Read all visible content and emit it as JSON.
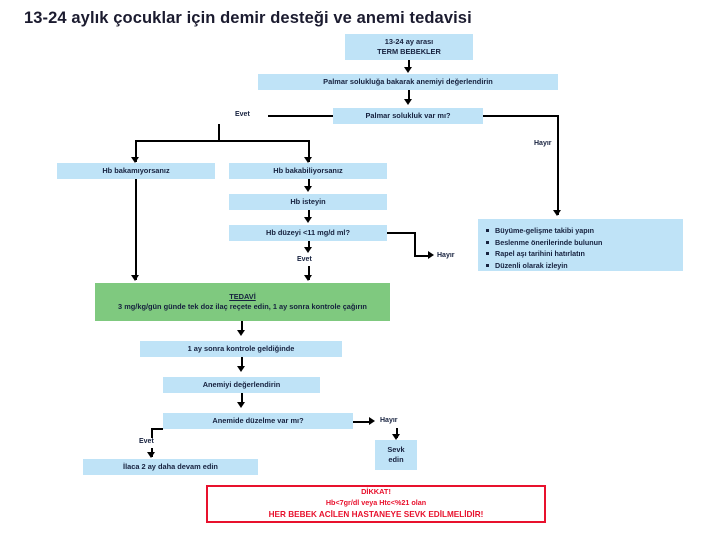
{
  "document": {
    "title": "13-24 aylık çocuklar için demir desteği ve anemi tedavisi",
    "language": "tr"
  },
  "colors": {
    "node_blue": "#bfe3f7",
    "node_green": "#7fc97f",
    "warning_red": "#e8112d",
    "text": "#16213e",
    "connector": "#000000",
    "background": "#ffffff"
  },
  "flowchart": {
    "type": "clinical-decision-flowchart",
    "nodes": [
      {
        "id": "start",
        "label": "13-24 ay arası\nTERM BEBEKLER",
        "line1": "13-24 ay arası",
        "line2": "TERM BEBEKLER",
        "shape": "rect",
        "fill": "blue"
      },
      {
        "id": "assess",
        "label": "Palmar solukluğa bakarak anemiyi değerlendirin",
        "shape": "rect",
        "fill": "blue"
      },
      {
        "id": "pallor_q",
        "label": "Palmar solukluk var mı?",
        "shape": "decision",
        "fill": "blue"
      },
      {
        "id": "no_hb",
        "label": "Hb bakamıyorsanız",
        "shape": "rect",
        "fill": "blue"
      },
      {
        "id": "can_hb",
        "label": "Hb bakabiliyorsanız",
        "shape": "rect",
        "fill": "blue"
      },
      {
        "id": "order_hb",
        "label": "Hb isteyin",
        "shape": "rect",
        "fill": "blue"
      },
      {
        "id": "hb_level_q",
        "label": "Hb düzeyi <11 mg/d ml?",
        "shape": "decision",
        "fill": "blue"
      },
      {
        "id": "advice",
        "label": "Büyüme-gelişme takibi / beslenme / aşı / izlem",
        "shape": "rect",
        "fill": "blue",
        "bullets": [
          "Büyüme-gelişme takibi yapın",
          "Beslenme önerilerinde bulunun",
          "Rapel aşı tarihini hatırlatın",
          "Düzenli olarak izleyin"
        ]
      },
      {
        "id": "treatment",
        "label": "TEDAVİ",
        "shape": "rect",
        "fill": "green",
        "heading": "TEDAVİ",
        "body": "3 mg/kg/gün günde tek doz ilaç reçete edin, 1 ay sonra kontrole çağırın"
      },
      {
        "id": "followup",
        "label": "1 ay sonra kontrole geldiğinde",
        "shape": "rect",
        "fill": "blue"
      },
      {
        "id": "reassess",
        "label": "Anemiyi değerlendirin",
        "shape": "rect",
        "fill": "blue"
      },
      {
        "id": "improve_q",
        "label": "Anemide düzelme var mı?",
        "shape": "decision",
        "fill": "blue"
      },
      {
        "id": "continue_2mo",
        "label": "İlaca 2 ay daha devam edin",
        "shape": "rect",
        "fill": "blue"
      },
      {
        "id": "refer",
        "label": "Sevk edin",
        "line1": "Sevk",
        "line2": "edin",
        "shape": "rect",
        "fill": "blue"
      }
    ],
    "edge_labels": {
      "pallor_yes": "Evet",
      "pallor_no": "Hayır",
      "hb_yes": "Evet",
      "hb_no": "Hayır",
      "improve_yes": "Evet",
      "improve_no": "Hayır"
    },
    "edges": [
      {
        "from": "start",
        "to": "assess",
        "label": ""
      },
      {
        "from": "assess",
        "to": "pallor_q",
        "label": ""
      },
      {
        "from": "pallor_q",
        "to": "no_hb",
        "label": "Evet"
      },
      {
        "from": "pallor_q",
        "to": "can_hb",
        "label": "Evet"
      },
      {
        "from": "pallor_q",
        "to": "advice",
        "label": "Hayır"
      },
      {
        "from": "can_hb",
        "to": "order_hb",
        "label": ""
      },
      {
        "from": "order_hb",
        "to": "hb_level_q",
        "label": ""
      },
      {
        "from": "hb_level_q",
        "to": "treatment",
        "label": "Evet"
      },
      {
        "from": "hb_level_q",
        "to": "advice",
        "label": "Hayır"
      },
      {
        "from": "no_hb",
        "to": "treatment",
        "label": ""
      },
      {
        "from": "treatment",
        "to": "followup",
        "label": ""
      },
      {
        "from": "followup",
        "to": "reassess",
        "label": ""
      },
      {
        "from": "reassess",
        "to": "improve_q",
        "label": ""
      },
      {
        "from": "improve_q",
        "to": "continue_2mo",
        "label": "Evet"
      },
      {
        "from": "improve_q",
        "to": "refer",
        "label": "Hayır"
      }
    ]
  },
  "warning": {
    "heading": "DİKKAT!",
    "line2": "Hb<7gr/dl veya Htc<%21 olan",
    "line3": "HER BEBEK ACİLEN HASTANEYE SEVK EDİLMELİDİR!"
  }
}
